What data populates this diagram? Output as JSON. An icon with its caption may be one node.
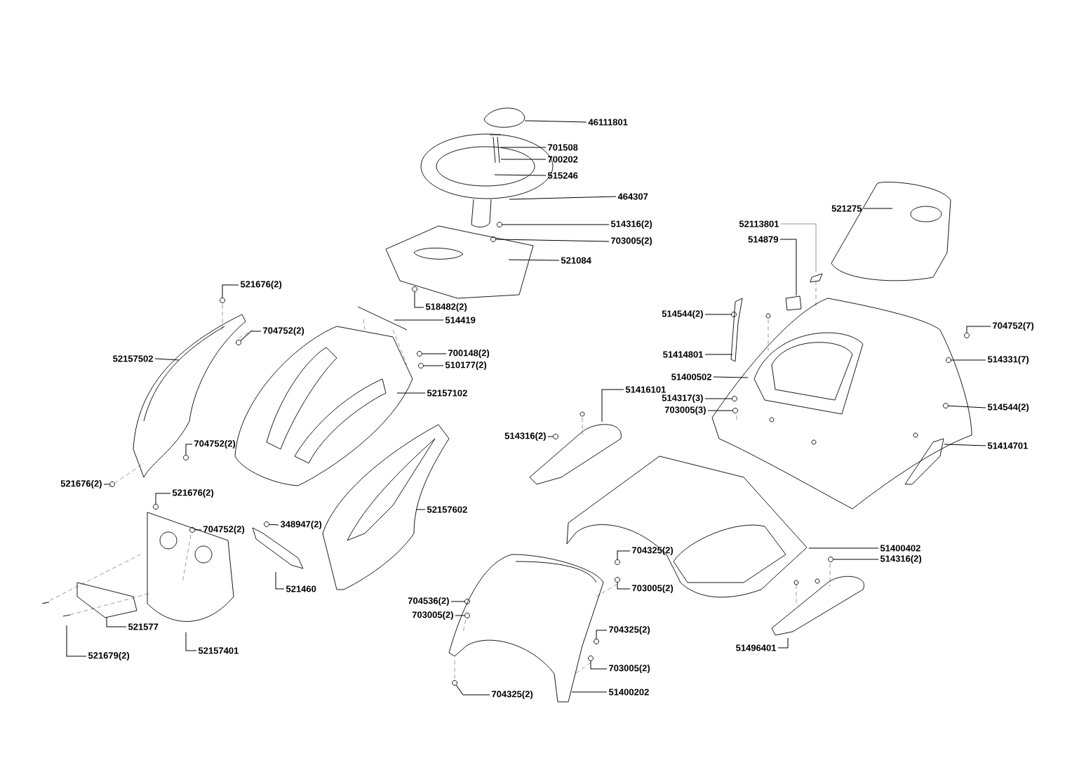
{
  "diagram": {
    "nodes": [
      {
        "text": [
          "46111801"
        ]
      },
      {
        "text": [
          "701508"
        ]
      },
      {
        "text": [
          "700202"
        ]
      },
      {
        "text": [
          "515246"
        ]
      },
      {
        "text": [
          "464307"
        ]
      },
      {
        "text": [
          "514316(2)"
        ]
      },
      {
        "text": [
          "703005(2)"
        ]
      },
      {
        "text": [
          "521084"
        ]
      },
      {
        "text": [
          "518482(2)"
        ]
      },
      {
        "text": [
          "514419"
        ]
      },
      {
        "text": [
          "521676(2)"
        ]
      },
      {
        "text": [
          "704752(2)"
        ]
      },
      {
        "text": [
          "700148(2)"
        ]
      },
      {
        "text": [
          "510177(2)"
        ]
      },
      {
        "text": [
          "52157502"
        ]
      },
      {
        "text": [
          "52157102"
        ]
      },
      {
        "text": [
          "704752(2)"
        ]
      },
      {
        "text": [
          "521676(2)"
        ]
      },
      {
        "text": [
          "521676(2)"
        ]
      },
      {
        "text": [
          "704752(2)"
        ]
      },
      {
        "text": [
          "348947(2)"
        ]
      },
      {
        "text": [
          "52157602"
        ]
      },
      {
        "text": [
          "521460"
        ]
      },
      {
        "text": [
          "521577"
        ]
      },
      {
        "text": [
          "52157401"
        ]
      },
      {
        "text": [
          "521679(2)"
        ]
      },
      {
        "text": [
          "521275"
        ]
      },
      {
        "text": [
          "52113801"
        ]
      },
      {
        "text": [
          "514879"
        ]
      },
      {
        "text": [
          "514544(2)"
        ]
      },
      {
        "text": [
          "51414801"
        ]
      },
      {
        "text": [
          "704752(7)"
        ]
      },
      {
        "text": [
          "514331(7)"
        ]
      },
      {
        "text": [
          "51400502"
        ]
      },
      {
        "text": [
          "51416101"
        ]
      },
      {
        "text": [
          "514317(3)"
        ]
      },
      {
        "text": [
          "703005(3)"
        ]
      },
      {
        "text": [
          "514544(2)"
        ]
      },
      {
        "text": [
          "514316(2)"
        ]
      },
      {
        "text": [
          "51414701"
        ]
      },
      {
        "text": [
          "51400402"
        ]
      },
      {
        "text": [
          "514316(2)"
        ]
      },
      {
        "text": [
          "704325(2)"
        ]
      },
      {
        "text": [
          "703005(2)"
        ]
      },
      {
        "text": [
          "704536(2)"
        ]
      },
      {
        "text": [
          "703005(2)"
        ]
      },
      {
        "text": [
          "704325(2)"
        ]
      },
      {
        "text": [
          "703005(2)"
        ]
      },
      {
        "text": [
          "704325(2)"
        ]
      },
      {
        "text": [
          "51400202"
        ]
      },
      {
        "text": [
          "51496401"
        ]
      },
      {
        "text": [],
        "shape": "circle"
      },
      {
        "text": [],
        "shape": "circle"
      },
      {
        "text": [],
        "shape": "circle"
      },
      {
        "text": [],
        "shape": "circle"
      },
      {
        "text": [],
        "shape": "circle"
      },
      {
        "text": [],
        "shape": "circle"
      },
      {
        "text": [],
        "shape": "circle"
      },
      {
        "text": [],
        "shape": "circle"
      },
      {
        "text": [],
        "shape": "circle"
      },
      {
        "text": [],
        "shape": "circle"
      },
      {
        "text": [],
        "shape": "circle"
      },
      {
        "text": [],
        "shape": "circle"
      },
      {
        "text": [],
        "shape": "circle"
      },
      {
        "text": [],
        "shape": "circle"
      },
      {
        "text": [],
        "shape": "circle"
      },
      {
        "text": [],
        "shape": "circle"
      },
      {
        "text": [],
        "shape": "circle"
      },
      {
        "text": [],
        "shape": "circle"
      },
      {
        "text": [],
        "shape": "circle"
      },
      {
        "text": [],
        "shape": "circle"
      },
      {
        "text": [],
        "shape": "circle"
      },
      {
        "text": [],
        "shape": "circle"
      },
      {
        "text": [],
        "shape": "circle"
      },
      {
        "text": [],
        "shape": "circle"
      },
      {
        "text": [],
        "shape": "circle"
      },
      {
        "text": [],
        "shape": "circle"
      },
      {
        "text": [],
        "shape": "circle"
      }
    ],
    "edges": [
      {
        "from": 0,
        "to": null,
        "arrow": "none"
      },
      {
        "from": 1,
        "to": null,
        "arrow": "none"
      },
      {
        "from": 2,
        "to": null,
        "arrow": "none"
      },
      {
        "from": 3,
        "to": null,
        "arrow": "none"
      },
      {
        "from": 4,
        "to": null,
        "arrow": "none"
      },
      {
        "from": 5,
        "to": 51,
        "arrow": "none"
      },
      {
        "from": 6,
        "to": 52,
        "arrow": "none"
      },
      {
        "from": 7,
        "to": null,
        "arrow": "none"
      },
      {
        "from": 8,
        "to": 53,
        "arrow": "none"
      },
      {
        "from": 9,
        "to": null,
        "arrow": "none"
      },
      {
        "from": 10,
        "to": 54,
        "arrow": "none"
      },
      {
        "from": 11,
        "to": 55,
        "arrow": "none"
      },
      {
        "from": 12,
        "to": 56,
        "arrow": "none"
      },
      {
        "from": 13,
        "to": 57,
        "arrow": "none"
      },
      {
        "from": 14,
        "to": null,
        "arrow": "none"
      },
      {
        "from": 15,
        "to": null,
        "arrow": "none"
      },
      {
        "from": 16,
        "to": 58,
        "arrow": "none"
      },
      {
        "from": 17,
        "to": 59,
        "arrow": "none"
      },
      {
        "from": 18,
        "to": 60,
        "arrow": "none"
      },
      {
        "from": 19,
        "to": 61,
        "arrow": "none"
      },
      {
        "from": 20,
        "to": 62,
        "arrow": "none"
      },
      {
        "from": 21,
        "to": null,
        "arrow": "none"
      },
      {
        "from": 22,
        "to": null,
        "arrow": "none"
      },
      {
        "from": 23,
        "to": null,
        "arrow": "none"
      },
      {
        "from": 24,
        "to": null,
        "arrow": "none"
      },
      {
        "from": 25,
        "to": null,
        "arrow": "none"
      },
      {
        "from": 26,
        "to": null,
        "arrow": "none"
      },
      {
        "from": 27,
        "to": null,
        "arrow": "none",
        "color": "#999999"
      },
      {
        "from": 28,
        "to": null,
        "arrow": "none"
      },
      {
        "from": 29,
        "to": 63,
        "arrow": "none"
      },
      {
        "from": 30,
        "to": null,
        "arrow": "none"
      },
      {
        "from": 31,
        "to": 64,
        "arrow": "none"
      },
      {
        "from": 32,
        "to": 65,
        "arrow": "none"
      },
      {
        "from": 33,
        "to": null,
        "arrow": "none"
      },
      {
        "from": 34,
        "to": null,
        "arrow": "none"
      },
      {
        "from": 35,
        "to": 66,
        "arrow": "none"
      },
      {
        "from": 36,
        "to": 67,
        "arrow": "none"
      },
      {
        "from": 37,
        "to": 68,
        "arrow": "none"
      },
      {
        "from": 38,
        "to": 69,
        "arrow": "none"
      },
      {
        "from": 39,
        "to": null,
        "arrow": "none"
      },
      {
        "from": 40,
        "to": null,
        "arrow": "none"
      },
      {
        "from": 41,
        "to": 70,
        "arrow": "none"
      },
      {
        "from": 42,
        "to": 71,
        "arrow": "none"
      },
      {
        "from": 43,
        "to": 72,
        "arrow": "none"
      },
      {
        "from": 44,
        "to": 73,
        "arrow": "none"
      },
      {
        "from": 45,
        "to": 74,
        "arrow": "none"
      },
      {
        "from": 46,
        "to": 75,
        "arrow": "none"
      },
      {
        "from": 47,
        "to": 76,
        "arrow": "none"
      },
      {
        "from": 48,
        "to": 77,
        "arrow": "none"
      },
      {
        "from": 49,
        "to": null,
        "arrow": "none"
      },
      {
        "from": 50,
        "to": null,
        "arrow": "none"
      }
    ]
  }
}
